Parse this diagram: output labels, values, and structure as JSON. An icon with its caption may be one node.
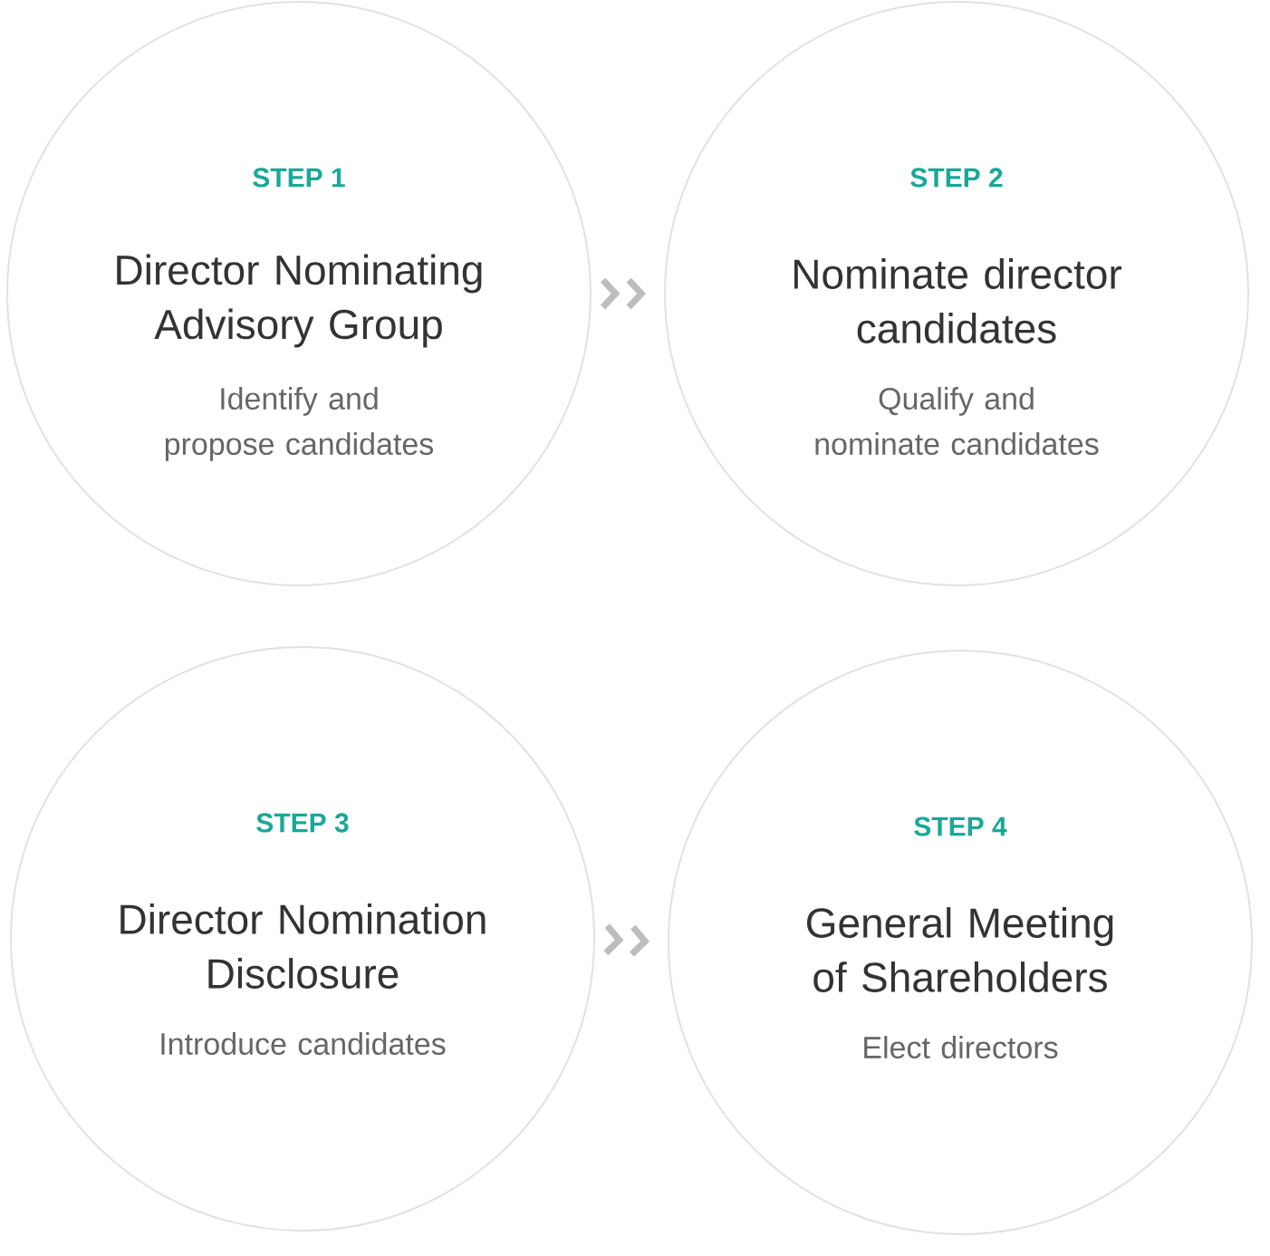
{
  "diagram": {
    "nodes": [
      {
        "text": [
          "STEP 1",
          "Director Nominating Advisory Group",
          "Identify and propose candidates"
        ]
      },
      {
        "text": [
          "STEP 2",
          "Nominate director candidates",
          "Qualify and nominate candidates"
        ]
      },
      {
        "text": [
          "STEP 3",
          "Director Nomination Disclosure",
          "Introduce candidates"
        ]
      },
      {
        "text": [
          "STEP 4",
          "General Meeting of Shareholders",
          "Elect directors"
        ]
      }
    ],
    "edges": [
      {
        "from": 0,
        "to": 1,
        "arrow": "to"
      },
      {
        "from": 2,
        "to": 3,
        "arrow": "to"
      }
    ]
  }
}
